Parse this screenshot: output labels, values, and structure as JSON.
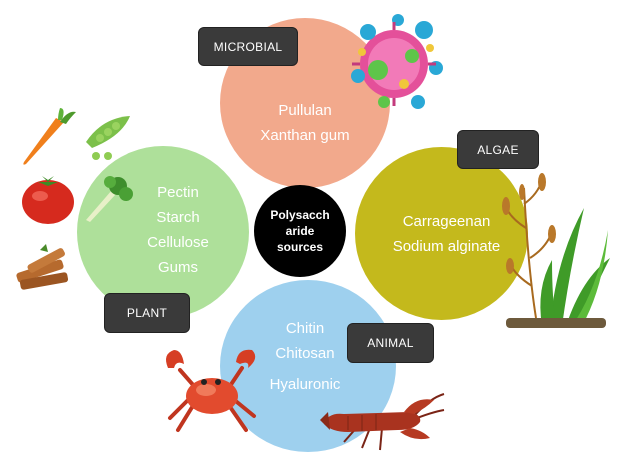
{
  "center": {
    "lines": [
      "Polysacch",
      "aride",
      "sources"
    ]
  },
  "categories": {
    "microbial": {
      "tag": "MICROBIAL",
      "items": [
        "Pullulan",
        "Xanthan gum"
      ]
    },
    "algae": {
      "tag": "ALGAE",
      "items": [
        "Carrageenan",
        "Sodium alginate"
      ]
    },
    "plant": {
      "tag": "PLANT",
      "items": [
        "Pectin",
        "Starch",
        "Cellulose",
        "Gums"
      ]
    },
    "animal": {
      "tag": "ANIMAL",
      "items": [
        "Chitin",
        "Chitosan",
        "Hyaluronic"
      ]
    }
  },
  "colors": {
    "microbial": "#f2a98c",
    "plant": "#aee09a",
    "algae": "#c4b91c",
    "animal": "#9ed0ee",
    "center": "#000000",
    "tag": "#3a3a3a"
  },
  "icons": [
    "virus-icon",
    "carrot-icon",
    "pea-pod-icon",
    "tomato-icon",
    "cinnamon-icon",
    "celery-icon",
    "seaweed-icon",
    "crab-icon",
    "crayfish-icon"
  ]
}
